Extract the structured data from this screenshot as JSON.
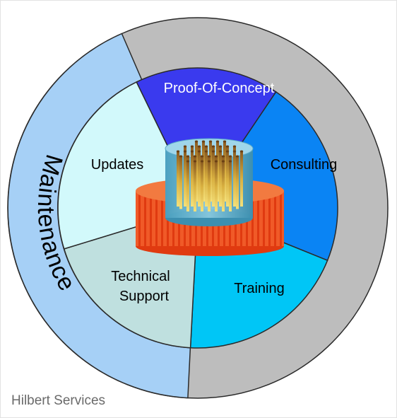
{
  "diagram": {
    "ring_label": "Maintenance",
    "segments": [
      {
        "label": "Proof-Of-Concept",
        "color": "#3a3aee",
        "text_color": "#ffffff"
      },
      {
        "label": "Consulting",
        "color": "#0a84f4",
        "text_color": "#000000"
      },
      {
        "label": "Training",
        "color": "#00c6f6",
        "text_color": "#000000"
      },
      {
        "label": "Technical Support",
        "color": "#bfe0df",
        "text_color": "#000000"
      },
      {
        "label": "Updates",
        "color": "#d2f9fb",
        "text_color": "#000000"
      }
    ],
    "outer_ring_color": "#bdbdbd",
    "maintenance_ring_color": "#a6d0f6"
  },
  "caption": "Hilbert Services"
}
